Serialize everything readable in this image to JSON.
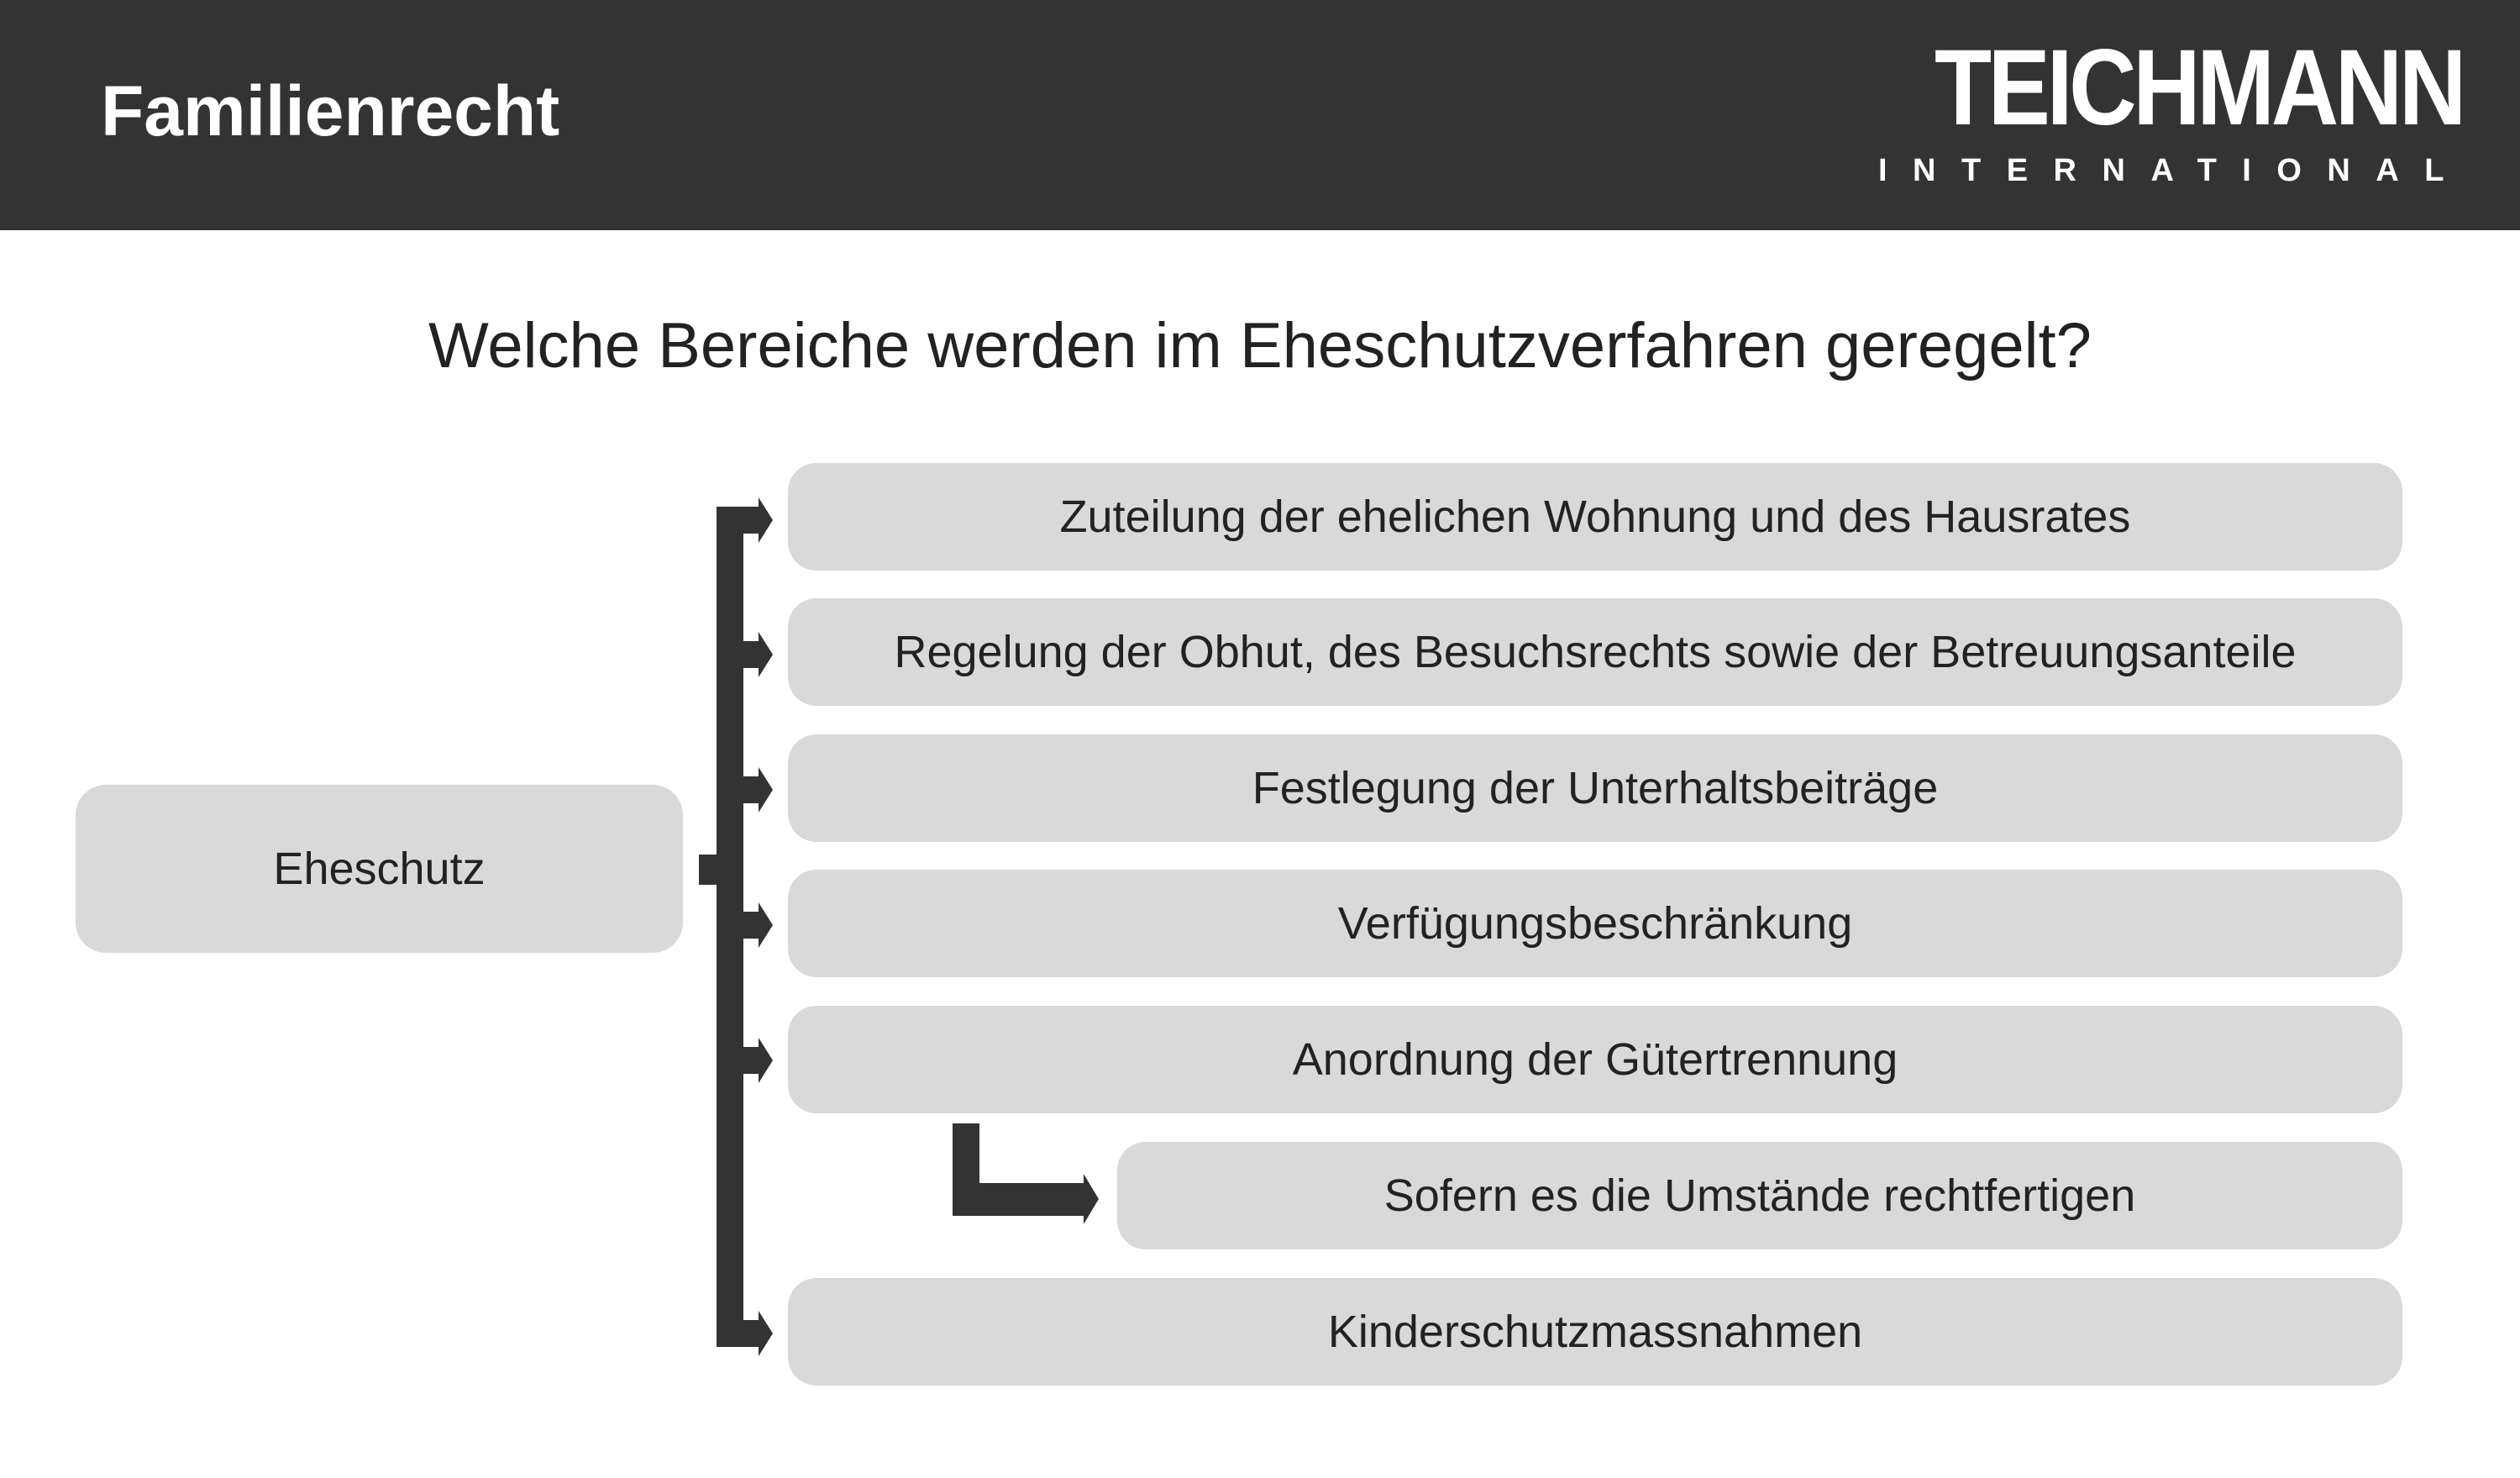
{
  "header": {
    "title": "Familienrecht",
    "logo_main": "TEICHMANN",
    "logo_sub": "INTERNATIONAL"
  },
  "question": "Welche Bereiche werden im Eheschutzverfahren geregelt?",
  "diagram": {
    "root": "Eheschutz",
    "items": [
      "Zuteilung der ehelichen Wohnung und des Hausrates",
      "Regelung der Obhut, des Besuchsrechts sowie der Betreuungsanteile",
      "Festlegung der Unterhaltsbeiträge",
      "Verfügungsbeschränkung",
      "Anordnung der Gütertrennung",
      "Kinderschutzmassnahmen"
    ],
    "sub_item": "Sofern es die Umstände rechtfertigen"
  },
  "colors": {
    "header_bg": "#333333",
    "box_bg": "#d9d9d9",
    "connector": "#333333",
    "text": "#222222"
  }
}
